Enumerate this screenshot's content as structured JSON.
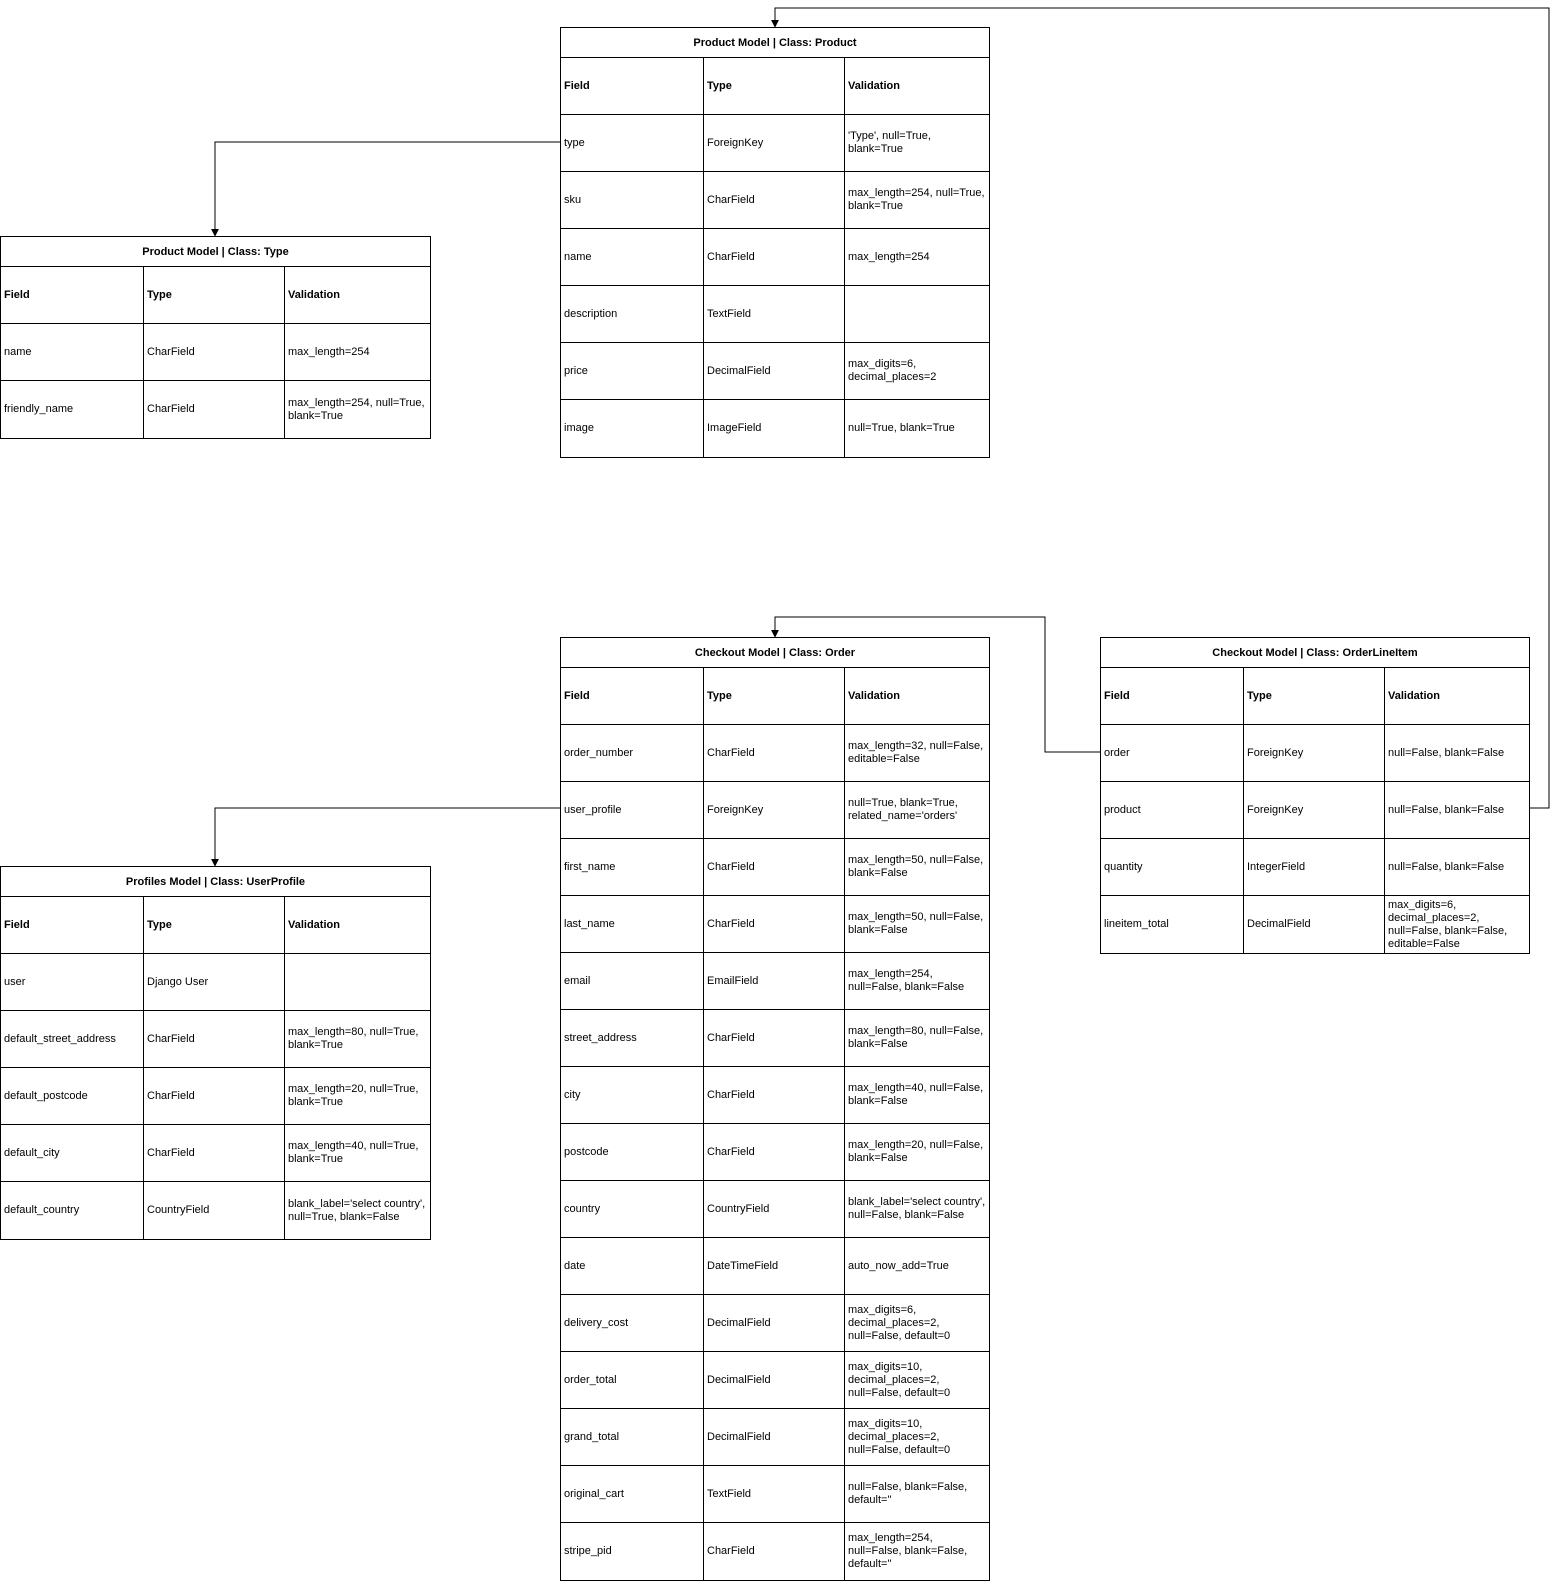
{
  "diagram": {
    "tables": [
      {
        "id": "product",
        "title": "Product Model | Class: Product",
        "headers": [
          "Field",
          "Type",
          "Validation"
        ],
        "rows": [
          [
            "type",
            "ForeignKey",
            "'Type', null=True, blank=True"
          ],
          [
            "sku",
            "CharField",
            "max_length=254, null=True, blank=True"
          ],
          [
            "name",
            "CharField",
            "max_length=254"
          ],
          [
            "description",
            "TextField",
            ""
          ],
          [
            "price",
            "DecimalField",
            "max_digits=6, decimal_places=2"
          ],
          [
            "image",
            "ImageField",
            "null=True, blank=True"
          ]
        ]
      },
      {
        "id": "type",
        "title": "Product Model | Class: Type",
        "headers": [
          "Field",
          "Type",
          "Validation"
        ],
        "rows": [
          [
            "name",
            "CharField",
            "max_length=254"
          ],
          [
            "friendly_name",
            "CharField",
            "max_length=254, null=True, blank=True"
          ]
        ]
      },
      {
        "id": "order",
        "title": "Checkout Model | Class: Order",
        "headers": [
          "Field",
          "Type",
          "Validation"
        ],
        "rows": [
          [
            "order_number",
            "CharField",
            "max_length=32, null=False, editable=False"
          ],
          [
            "user_profile",
            "ForeignKey",
            "null=True, blank=True, related_name='orders'"
          ],
          [
            "first_name",
            "CharField",
            "max_length=50, null=False, blank=False"
          ],
          [
            "last_name",
            "CharField",
            "max_length=50, null=False, blank=False"
          ],
          [
            "email",
            "EmailField",
            "max_length=254, null=False, blank=False"
          ],
          [
            "street_address",
            "CharField",
            "max_length=80, null=False, blank=False"
          ],
          [
            "city",
            "CharField",
            "max_length=40, null=False, blank=False"
          ],
          [
            "postcode",
            "CharField",
            "max_length=20, null=False, blank=False"
          ],
          [
            "country",
            "CountryField",
            "blank_label='select country', null=False, blank=False"
          ],
          [
            "date",
            "DateTimeField",
            "auto_now_add=True"
          ],
          [
            "delivery_cost",
            "DecimalField",
            "max_digits=6, decimal_places=2, null=False, default=0"
          ],
          [
            "order_total",
            "DecimalField",
            "max_digits=10, decimal_places=2, null=False, default=0"
          ],
          [
            "grand_total",
            "DecimalField",
            "max_digits=10, decimal_places=2, null=False, default=0"
          ],
          [
            "original_cart",
            "TextField",
            "null=False, blank=False, default=''"
          ],
          [
            "stripe_pid",
            "CharField",
            "max_length=254, null=False, blank=False, default=''"
          ]
        ]
      },
      {
        "id": "orderlineitem",
        "title": "Checkout Model | Class: OrderLineItem",
        "headers": [
          "Field",
          "Type",
          "Validation"
        ],
        "rows": [
          [
            "order",
            "ForeignKey",
            "null=False, blank=False"
          ],
          [
            "product",
            "ForeignKey",
            "null=False, blank=False"
          ],
          [
            "quantity",
            "IntegerField",
            "null=False, blank=False"
          ],
          [
            "lineitem_total",
            "DecimalField",
            "max_digits=6, decimal_places=2, null=False, blank=False, editable=False"
          ]
        ]
      },
      {
        "id": "userprofile",
        "title": "Profiles Model | Class: UserProfile",
        "headers": [
          "Field",
          "Type",
          "Validation"
        ],
        "rows": [
          [
            "user",
            "Django User",
            ""
          ],
          [
            "default_street_address",
            "CharField",
            "max_length=80, null=True, blank=True"
          ],
          [
            "default_postcode",
            "CharField",
            "max_length=20, null=True, blank=True"
          ],
          [
            "default_city",
            "CharField",
            "max_length=40, null=True, blank=True"
          ],
          [
            "default_country",
            "CountryField",
            "blank_label='select country', null=True, blank=False"
          ]
        ]
      }
    ],
    "relations": [
      {
        "from": "product.type",
        "to": "type"
      },
      {
        "from": "orderlineitem.order",
        "to": "order"
      },
      {
        "from": "orderlineitem.product",
        "to": "product"
      },
      {
        "from": "order.user_profile",
        "to": "userprofile"
      }
    ]
  }
}
